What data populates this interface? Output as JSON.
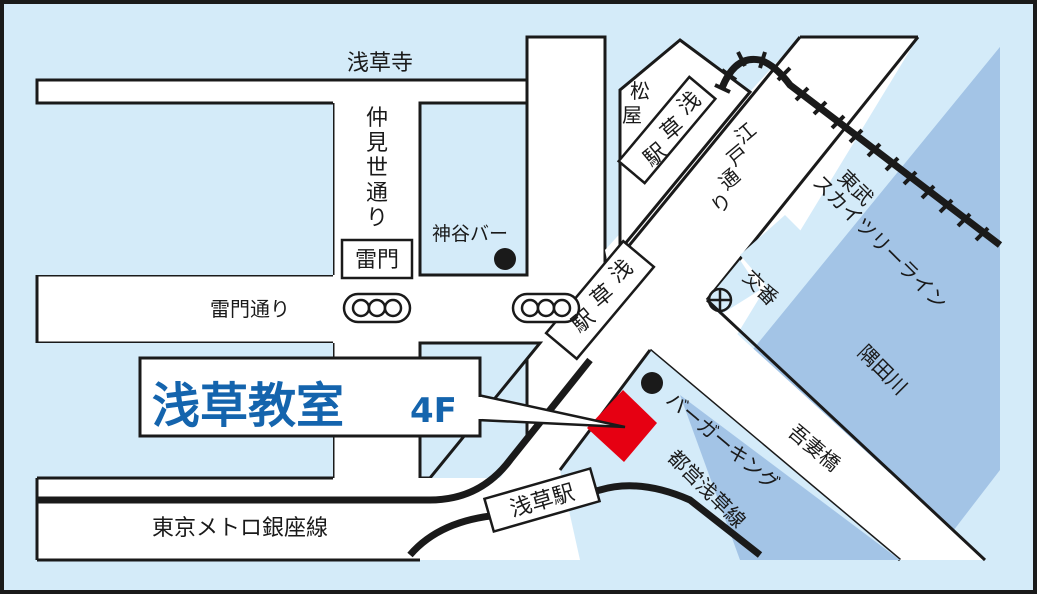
{
  "colors": {
    "background": "#d4ebf9",
    "river": "#a3c4e6",
    "road": "#ffffff",
    "outline": "#1a1a1a",
    "title_text": "#1464ad",
    "destination_marker": "#e60012"
  },
  "destination": {
    "name": "浅草教室",
    "floor": "4F"
  },
  "labels": {
    "sensoji": "浅草寺",
    "nakamise_dori": [
      "仲",
      "見",
      "世",
      "通",
      "り"
    ],
    "kaminarimon": "雷門",
    "kaminarimon_dori": "雷門通り",
    "kamiya_bar": "神谷バー",
    "matsuya": [
      "松",
      "屋"
    ],
    "asakusa_station_tobu": [
      "浅",
      "草",
      "駅"
    ],
    "edo_dori": [
      "江",
      "戸",
      "通",
      "り"
    ],
    "tobu_line_1": "東武",
    "tobu_line_2": "スカイツリーライン",
    "koban": "交番",
    "asakusa_station_ginza": [
      "浅",
      "草",
      "駅"
    ],
    "sumida_river": "隅田川",
    "azumabashi": "吾妻橋",
    "burger_king": "バーガーキング",
    "toei_asakusa_line": "都営浅草線",
    "asakusa_station_toei": "浅草駅",
    "ginza_line": "東京メトロ銀座線"
  },
  "icons": {
    "traffic_light": "○○○",
    "koban": "⊕"
  }
}
